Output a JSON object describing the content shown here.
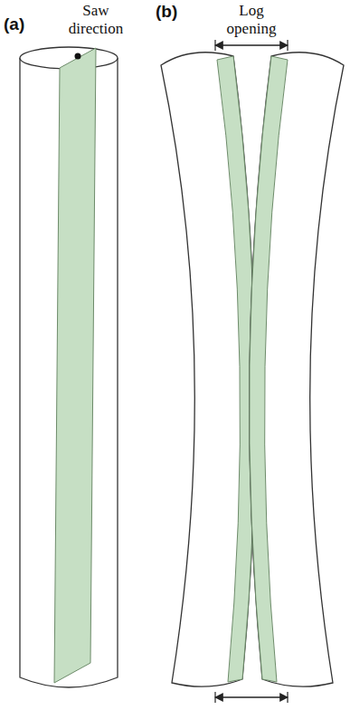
{
  "diagram": {
    "labels": [
      "(a)",
      "Saw direction",
      "(b)",
      "Log opening"
    ]
  }
}
